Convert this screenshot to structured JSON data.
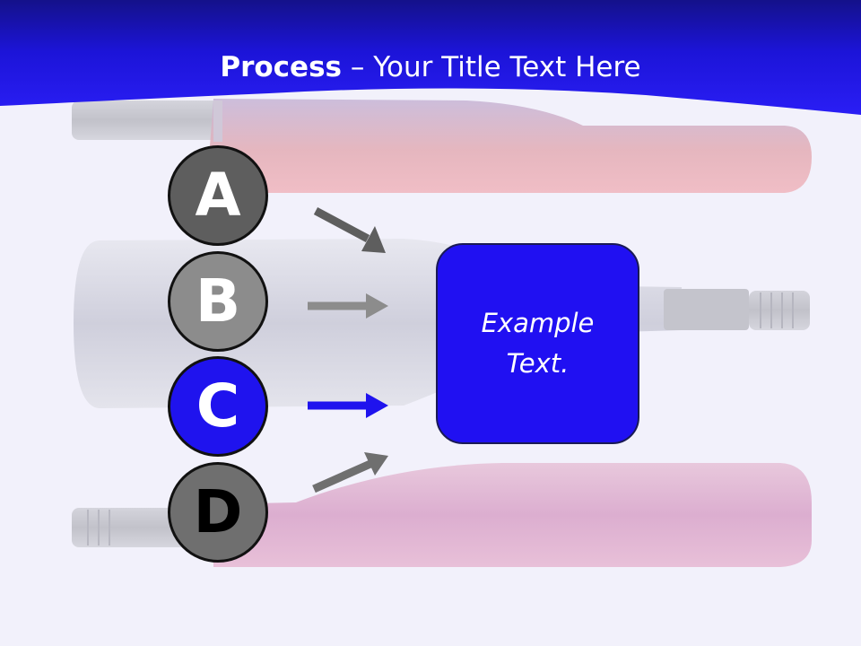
{
  "slide": {
    "title_bold": "Process",
    "title_rest": " – Your Title Text Here"
  },
  "steps": [
    {
      "letter": "A",
      "arrow_color": "#5e5e5e"
    },
    {
      "letter": "B",
      "arrow_color": "#8c8c8c"
    },
    {
      "letter": "C",
      "arrow_color": "#1f13ee"
    },
    {
      "letter": "D",
      "arrow_color": "#6f6f6f"
    }
  ],
  "target": {
    "text": "Example\nText."
  },
  "colors": {
    "header": "#1f13ee",
    "background": "#f2f1fb"
  },
  "background_image": "wine-bottles-photo"
}
